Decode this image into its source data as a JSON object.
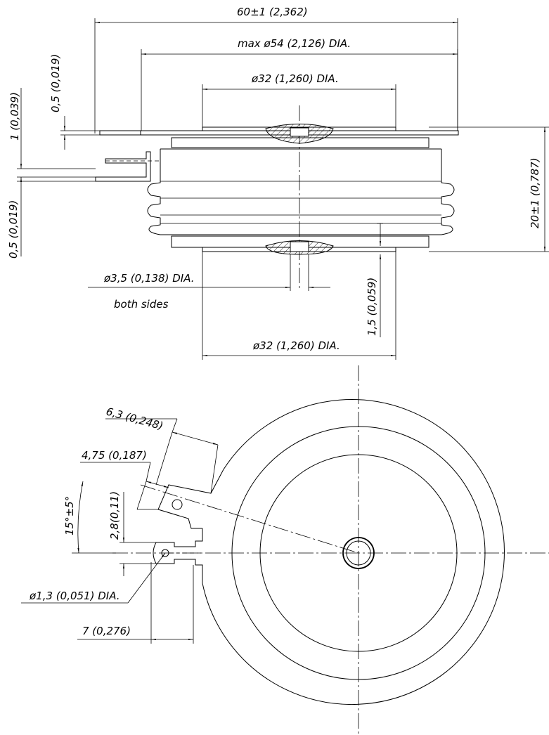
{
  "dimensions": {
    "overall_width": "60±1 (2,362)",
    "max_diameter": "max ø54 (2,126) DIA.",
    "top_contact_diameter": "ø32 (1,260) DIA.",
    "flange_thickness": "0,5 (0,019)",
    "flange_offset": "1 (0,039)",
    "lead_thickness": "0,5 (0,019)",
    "height": "20±1 (0,787)",
    "centering_hole": "ø3,5 (0,138) DIA.",
    "centering_hole_note": "both sides",
    "hole_depth": "1,5 (0,059)",
    "bottom_contact_diameter": "ø32 (1,260) DIA.",
    "terminal_width_large": "6,3 (0,248)",
    "terminal_width_small": "4,75 (0,187)",
    "terminal_angle": "15°±5°",
    "terminal_offset": "2,8(0,11)",
    "terminal_hole": "ø1,3 (0,051) DIA.",
    "terminal_length": "7 (0,276)"
  }
}
